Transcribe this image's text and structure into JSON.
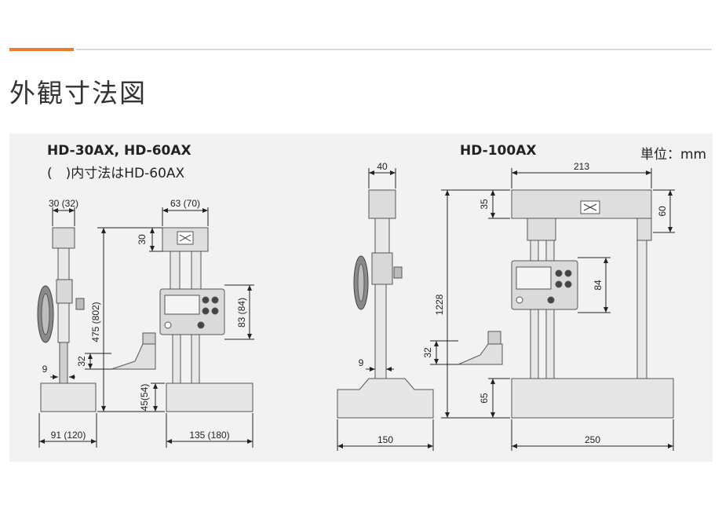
{
  "page": {
    "title": "外観寸法図"
  },
  "models": {
    "a": {
      "name": "HD-30AX, HD-60AX",
      "note": "(　)内寸法はHD-60AX",
      "dims": {
        "top_width": "30 (32)",
        "head_width": "63 (70)",
        "head_height": "30",
        "total_height": "475 (802)",
        "display_height": "83 (84)",
        "scriber_height": "32",
        "scriber_width": "9",
        "base_height": "45(54)",
        "side_width": "91 (120)",
        "front_width": "135 (180)"
      }
    },
    "b": {
      "name": "HD-100AX",
      "dims": {
        "top_width": "40",
        "head_width": "213",
        "head_height": "35",
        "right_height": "60",
        "total_height": "1228",
        "display_height": "84",
        "scriber_height": "32",
        "scriber_width": "9",
        "base_height": "65",
        "side_width": "150",
        "front_width": "250"
      }
    }
  },
  "unit": "単位：mm",
  "colors": {
    "accent": "#ee7a2f",
    "panel": "#f2f2f2"
  }
}
